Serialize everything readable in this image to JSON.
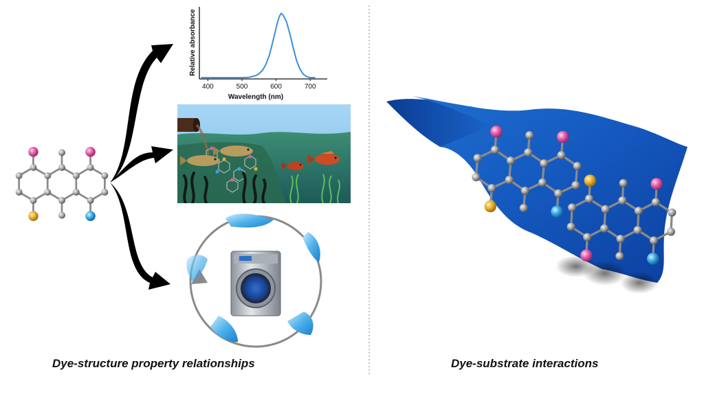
{
  "captions": {
    "left": "Dye-structure property relationships",
    "right": "Dye-substrate interactions"
  },
  "spectrum_chart": {
    "chart_data": {
      "type": "line",
      "title": "",
      "xlabel": "Wavelength (nm)",
      "ylabel": "Relative absorbance",
      "xticks": [
        "400",
        "500",
        "600",
        "700"
      ],
      "xlim": [
        375,
        750
      ],
      "ylim": [
        0,
        1.08
      ],
      "x": [
        380,
        400,
        420,
        440,
        460,
        480,
        500,
        520,
        540,
        550,
        560,
        570,
        580,
        590,
        600,
        605,
        610,
        615,
        620,
        630,
        640,
        650,
        660,
        670,
        680,
        690,
        700,
        710,
        715
      ],
      "series": [
        {
          "name": "",
          "color": "#3b8fd6",
          "values": [
            0.02,
            0.02,
            0.02,
            0.02,
            0.02,
            0.02,
            0.02,
            0.025,
            0.05,
            0.08,
            0.13,
            0.22,
            0.36,
            0.56,
            0.78,
            0.88,
            0.96,
            1.0,
            0.98,
            0.88,
            0.7,
            0.48,
            0.28,
            0.15,
            0.07,
            0.035,
            0.02,
            0.02,
            0.02
          ]
        }
      ]
    }
  },
  "colors": {
    "pink": "#e05aa6",
    "yellow": "#e6ad2a",
    "cyan": "#36a6e5",
    "atom_grey": "#9a9a9a",
    "fabric_blue": "#1560c4",
    "water_teal": "#2d7a6b",
    "sky": "#8fc7ee"
  }
}
